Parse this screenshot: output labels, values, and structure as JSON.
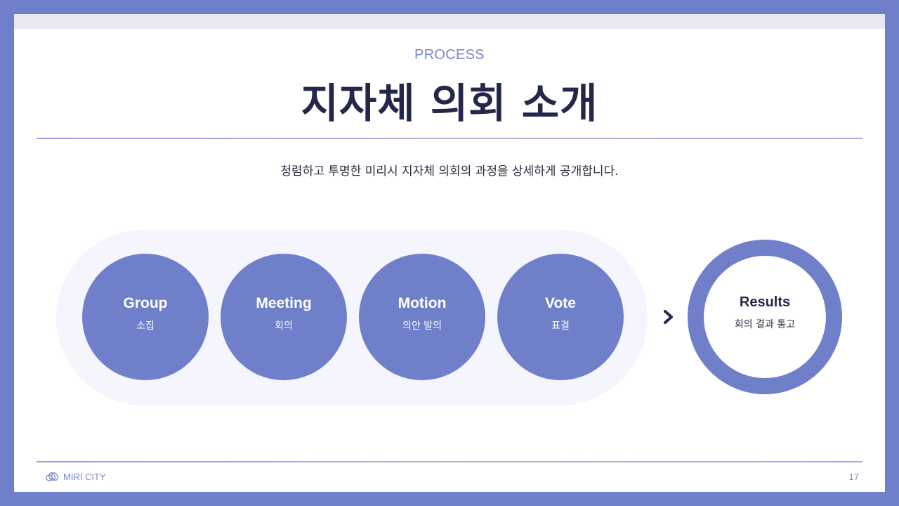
{
  "header": {
    "eyebrow": "PROCESS",
    "title": "지자체 의회 소개",
    "subtitle": "청렴하고 투명한 미리시 지자체 의회의 과정을 상세하게 공개합니다."
  },
  "process": {
    "steps": [
      {
        "label": "Group",
        "sublabel": "소집"
      },
      {
        "label": "Meeting",
        "sublabel": "회의"
      },
      {
        "label": "Motion",
        "sublabel": "의안 발의"
      },
      {
        "label": "Vote",
        "sublabel": "표결"
      }
    ],
    "arrow_icon": "chevron-right-icon",
    "result": {
      "label": "Results",
      "sublabel": "회의 결과 통고"
    }
  },
  "footer": {
    "brand": "MIRI CITY",
    "logo_icon": "interlocking-rings-logo-icon",
    "page_number": "17"
  },
  "colors": {
    "frame": "#6f7fc9",
    "accent": "#6f7fc9",
    "eyebrow": "#7a86c8",
    "title": "#23284a",
    "pill_background": "#f5f5fd",
    "top_strip": "#e8e8f4"
  }
}
